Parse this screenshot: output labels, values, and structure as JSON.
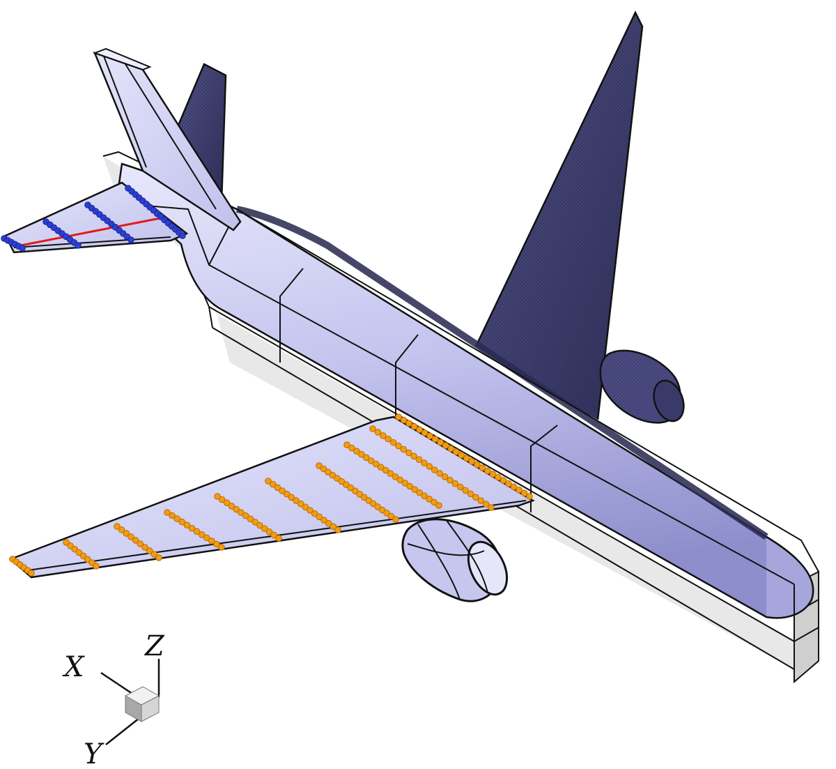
{
  "figure": {
    "axes": {
      "x_label": "X",
      "y_label": "Y",
      "z_label": "Z"
    },
    "colors": {
      "surface": "#c8c8f2",
      "surface_light": "#e6e6fb",
      "surface_dark": "#8c8cc8",
      "mesh_dark": "#3a3a6a",
      "box_edge": "#111111",
      "box_fill": "#d9d9d9",
      "wing_markers": "#f39c12",
      "wing_marker_stroke": "#b86d00",
      "tail_markers": "#2b3fd6",
      "tail_line": "#e01b1b"
    }
  }
}
